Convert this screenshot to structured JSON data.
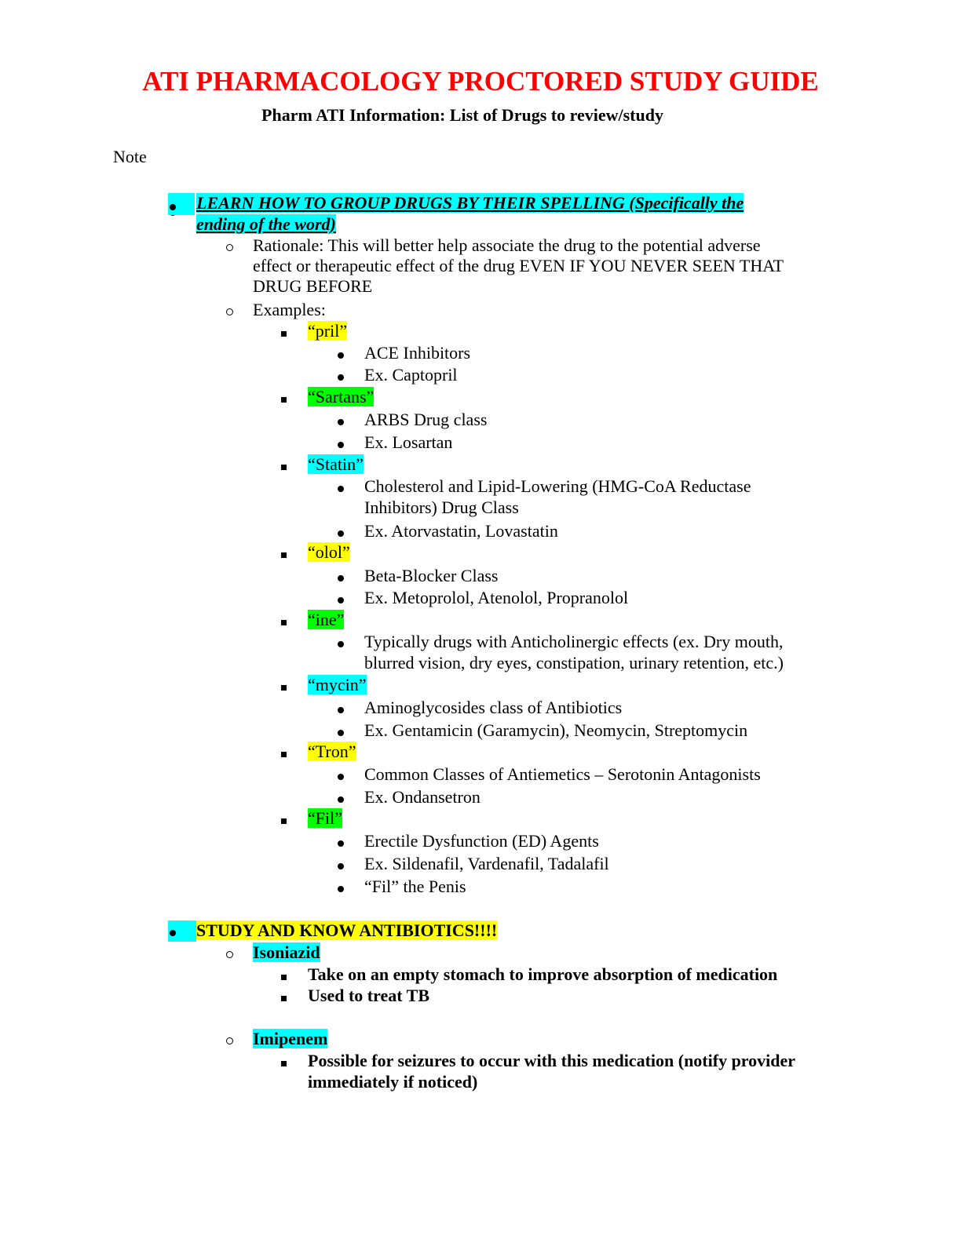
{
  "document": {
    "title": "ATI PHARMACOLOGY PROCTORED STUDY GUIDE",
    "subtitle": "Pharm ATI Information: List of Drugs to review/study",
    "note": "Note"
  },
  "section1": {
    "heading_line1": "LEARN HOW TO GROUP DRUGS BY THEIR SPELLING (Specifically the",
    "heading_line2": "ending of the word)",
    "rationale_line1": "Rationale: This will better help associate the drug to the potential adverse",
    "rationale_line2": "effect or therapeutic effect of the drug EVEN IF YOU NEVER SEEN THAT",
    "rationale_line3": "DRUG BEFORE",
    "examples_label": "Examples:",
    "groups": [
      {
        "suffix": "“pril”",
        "highlight": "#ffff00",
        "items": [
          "ACE Inhibitors",
          "Ex. Captopril"
        ]
      },
      {
        "suffix": "“Sartans”",
        "highlight": "#00ff00",
        "items": [
          "ARBS Drug class",
          "Ex. Losartan"
        ]
      },
      {
        "suffix": "“Statin”",
        "highlight": "#00ffff",
        "items": [
          "Cholesterol and Lipid-Lowering (HMG-CoA Reductase",
          "Inhibitors) Drug Class",
          "Ex. Atorvastatin, Lovastatin"
        ]
      },
      {
        "suffix": "“olol”",
        "highlight": "#ffff00",
        "items": [
          "Beta-Blocker Class",
          "Ex. Metoprolol, Atenolol, Propranolol"
        ]
      },
      {
        "suffix": "“ine”",
        "highlight": "#00ff00",
        "items": [
          "Typically drugs with Anticholinergic effects (ex. Dry mouth,",
          "blurred vision, dry eyes, constipation, urinary retention, etc.)"
        ]
      },
      {
        "suffix": "“mycin”",
        "highlight": "#00ffff",
        "items": [
          "Aminoglycosides class of Antibiotics",
          "Ex. Gentamicin (Garamycin), Neomycin, Streptomycin"
        ]
      },
      {
        "suffix": "“Tron”",
        "highlight": "#ffff00",
        "items": [
          "Common Classes of Antiemetics – Serotonin Antagonists",
          "Ex. Ondansetron"
        ]
      },
      {
        "suffix": "“Fil”",
        "highlight": "#00ff00",
        "items": [
          "Erectile Dysfunction (ED) Agents",
          "Ex. Sildenafil, Vardenafil, Tadalafil",
          "“Fil” the Penis"
        ]
      }
    ]
  },
  "section2": {
    "heading": "STUDY AND KNOW ANTIBIOTICS!!!!",
    "drugs": [
      {
        "name": "Isoniazid",
        "points": [
          "Take on an empty stomach to improve absorption of medication",
          "Used to treat TB"
        ]
      },
      {
        "name": "Imipenem",
        "points": [
          "Possible for seizures to occur with this medication (notify provider",
          "immediately if noticed)"
        ]
      }
    ]
  }
}
